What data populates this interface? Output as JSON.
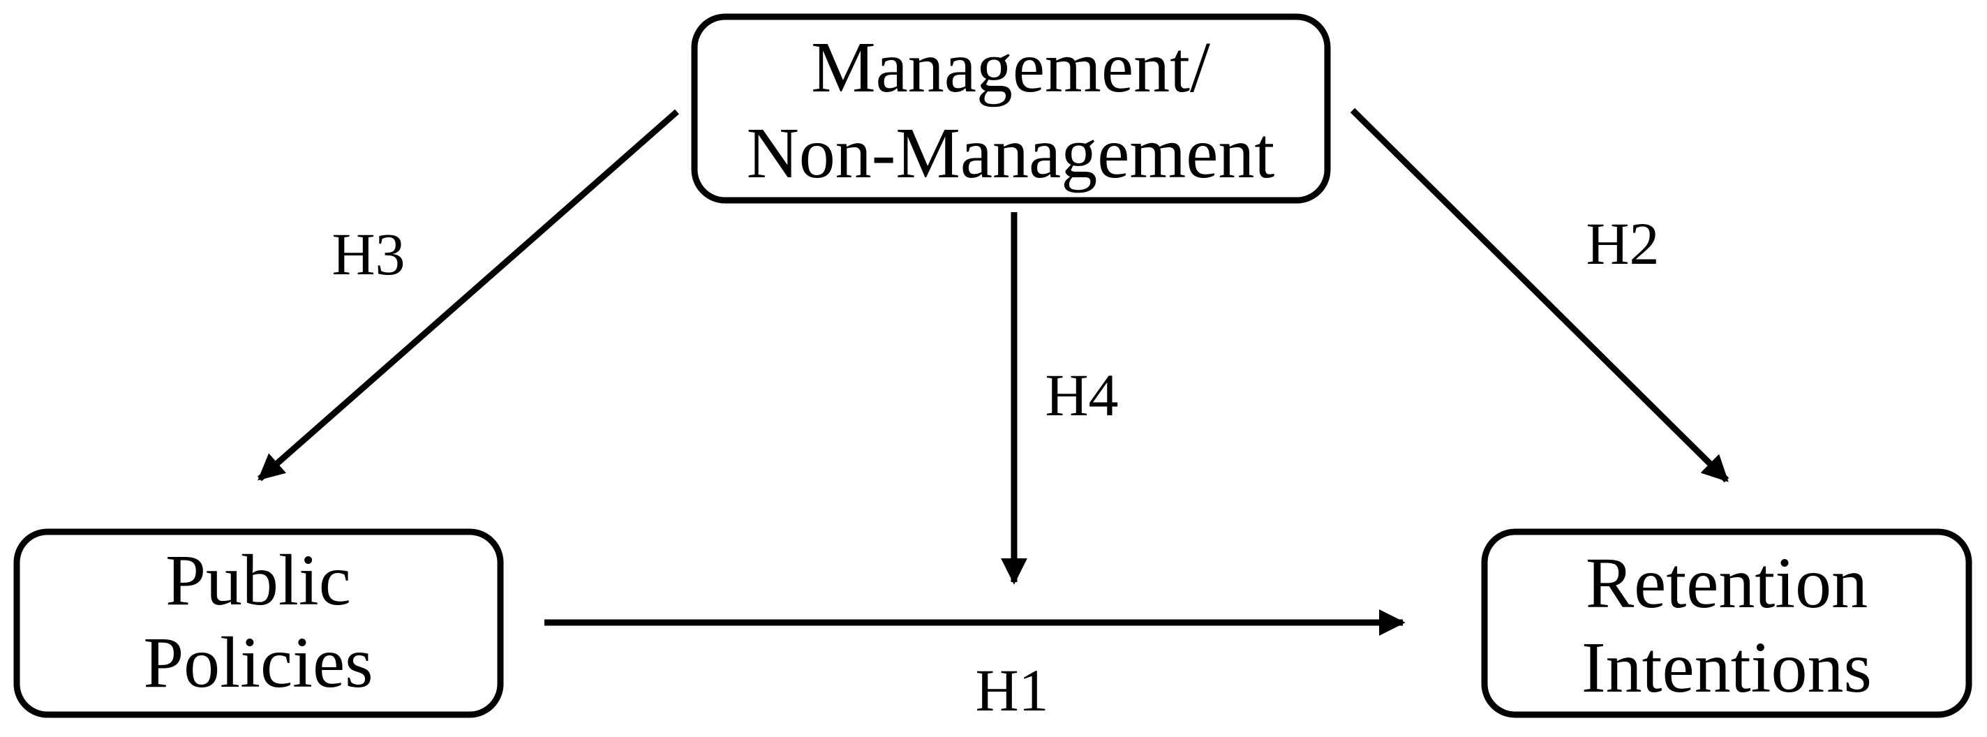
{
  "diagram": {
    "nodes": {
      "management": {
        "line1": "Management/",
        "line2": "Non-Management"
      },
      "public_policies": {
        "line1": "Public",
        "line2": "Policies"
      },
      "retention": {
        "line1": "Retention",
        "line2": "Intentions"
      }
    },
    "edges": {
      "h1": {
        "label": "H1",
        "from": "public_policies",
        "to": "retention"
      },
      "h2": {
        "label": "H2",
        "from": "management",
        "to": "retention"
      },
      "h3": {
        "label": "H3",
        "from": "management",
        "to": "public_policies"
      },
      "h4": {
        "label": "H4",
        "from": "management",
        "to": "h1"
      }
    },
    "colors": {
      "stroke": "#000000",
      "background": "#ffffff"
    }
  }
}
